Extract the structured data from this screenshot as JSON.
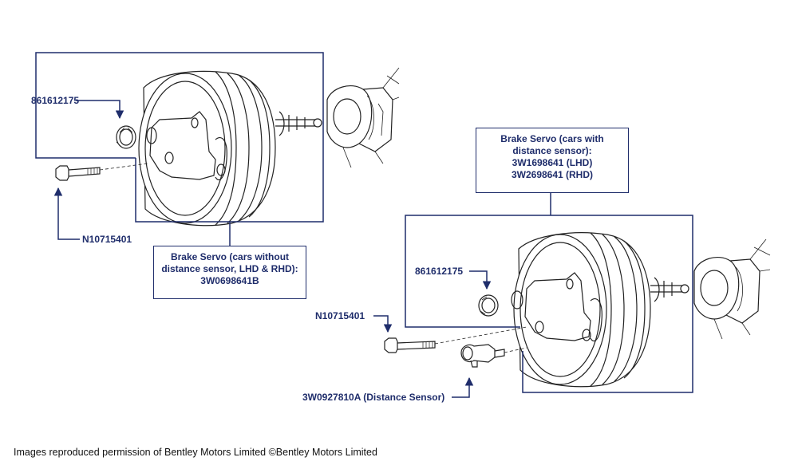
{
  "parts": {
    "grommet_left": "861612175",
    "bolt_left": "N10715401",
    "grommet_right": "861612175",
    "bolt_right": "N10715401",
    "sensor": "3W0927810A (Distance Sensor)"
  },
  "callouts": {
    "servo_without_sensor": [
      "Brake Servo (cars without",
      "distance sensor, LHD & RHD):",
      "3W0698641B"
    ],
    "servo_with_sensor": [
      "Brake Servo (cars with",
      "distance sensor):",
      "3W1698641 (LHD)",
      "3W2698641 (RHD)"
    ]
  },
  "footer": "Images reproduced permission of Bentley Motors Limited ©Bentley Motors Limited",
  "colors": {
    "callout": "#1f2d6b",
    "line": "#222222"
  }
}
